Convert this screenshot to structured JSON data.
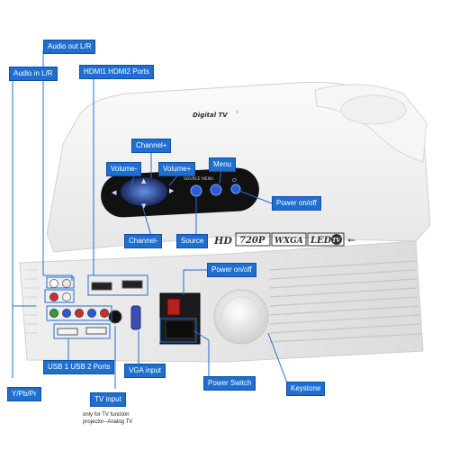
{
  "body_marks": {
    "brand": "Digital TV",
    "panel_left_buttons": "SOURCE  MENU",
    "hd": "HD",
    "p720": "720P",
    "wxga": "WXGA",
    "led": "LED",
    "tv": "TV"
  },
  "labels": {
    "audio_out": "Audio out L/R",
    "audio_in": "Audio in L/R",
    "hdmi": "HDMI1 HDMI2 Ports",
    "channel_plus": "Channel+",
    "volume_minus": "Volume-",
    "volume_plus": "Volume+",
    "menu": "Menu",
    "power_onoff_top": "Power on/off",
    "channel_minus": "Channel-",
    "source": "Source",
    "power_onoff_mid": "Power on/off",
    "usb": "USB 1 USB 2 Ports",
    "vga": "VGA input",
    "power_switch": "Power Switch",
    "keystone": "Keystone",
    "ypbpr": "Y/Pb/Pr",
    "tv_input": "TV input"
  },
  "notes": {
    "tv_only_line1": "only for TV function",
    "tv_only_line2": "projector--Analog TV"
  },
  "colors": {
    "label_bg": "#1f6fd0",
    "leader": "#1f6fd0",
    "panel": "#111111",
    "led_blue": "#3a7bff"
  }
}
